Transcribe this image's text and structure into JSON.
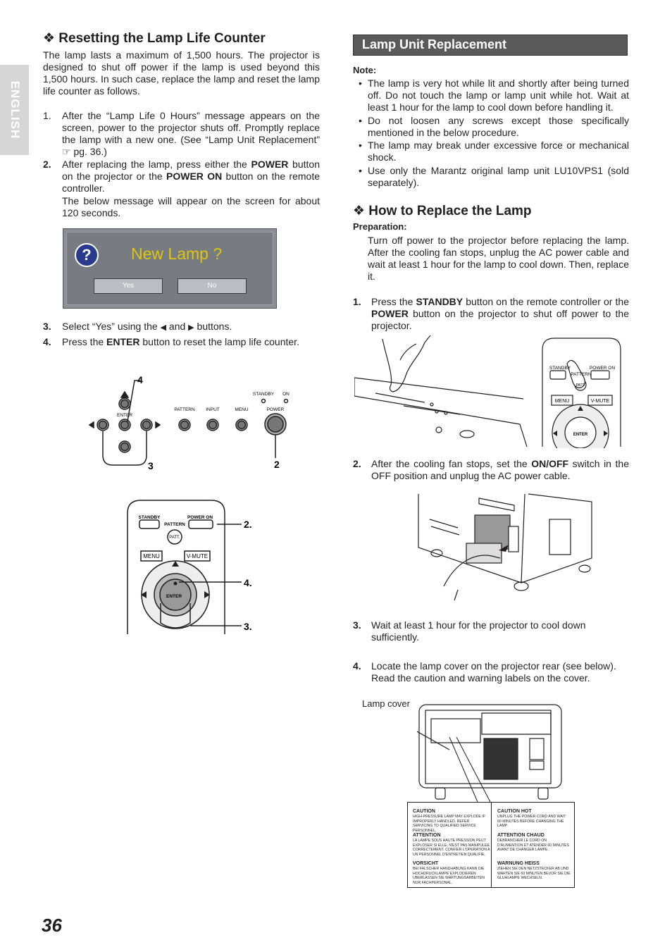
{
  "side_tab": "ENGLISH",
  "left": {
    "heading": "❖ Resetting the Lamp Life Counter",
    "intro": "The lamp lasts a maximum of 1,500 hours. The projector is designed to shut off power if the lamp is used beyond this 1,500 hours. In such case, replace the lamp and reset the lamp life counter as follows.",
    "steps": [
      {
        "num": "1.",
        "text": "After the “Lamp Life 0 Hours” message appears on the screen, power to the projector shuts off. Promptly replace the lamp with a new one. (See “Lamp Unit Replacement” ☞ pg. 36.)"
      },
      {
        "num": "2.",
        "pre": "After replacing the lamp, press either the ",
        "b1": "POWER",
        "mid": " button on the projector or the ",
        "b2": "POWER ON",
        "post": " button on the remote controller."
      },
      {
        "text": "The below message will appear on the screen for about 120 seconds."
      },
      {
        "num": "3.",
        "pre": "Select “Yes” using the ",
        "mid": " and ",
        "post": " buttons."
      },
      {
        "num": "4.",
        "pre": "Press the ",
        "b1": "ENTER",
        "post": " button to reset the lamp life counter."
      }
    ],
    "dialog": {
      "title": "New Lamp ?",
      "yes": "Yes",
      "no": "No"
    },
    "panel": {
      "enter": "ENTER",
      "pattern": "PATTERN",
      "input": "INPUT",
      "menu": "MENU",
      "power": "POWER",
      "standby": "STANDBY",
      "on": "ON",
      "callout4": "4",
      "callout3": "3",
      "callout2": "2"
    },
    "remote": {
      "standby": "STANDBY",
      "power_on": "POWER ON",
      "pattern": "PATTERN",
      "patt": "PATT.",
      "menu": "MENU",
      "vmute": "V-MUTE",
      "enter": "ENTER",
      "c2": "2.",
      "c4": "4.",
      "c3": "3."
    }
  },
  "right": {
    "banner": "Lamp Unit Replacement",
    "note_label": "Note:",
    "notes": [
      "The lamp is very hot while lit and shortly after being turned off. Do not touch the lamp or lamp unit while hot. Wait at least 1 hour for the lamp to cool down before handling it.",
      "Do not loosen any screws except those specifically mentioned in the below procedure.",
      "The lamp may break under excessive force or mechanical shock.",
      "Use only the Marantz original lamp unit LU10VPS1 (sold separately)."
    ],
    "heading": "❖ How to Replace the Lamp",
    "prep_label": "Preparation:",
    "prep_text": "Turn off power to the projector before replacing the lamp. After the cooling fan stops, unplug the AC power cable and wait at least 1 hour for the lamp to cool down. Then, replace it.",
    "step1": {
      "num": "1.",
      "pre": "Press the ",
      "b1": "STANDBY",
      "mid": " button on the remote controller or the ",
      "b2": "POWER",
      "post": " button on the projector to shut off power to the projector."
    },
    "step2": {
      "num": "2.",
      "pre": "After the cooling fan stops, set the ",
      "b1": "ON/OFF",
      "post": " switch in the OFF position and unplug the AC power cable."
    },
    "step3": {
      "num": "3.",
      "text": "Wait at least 1 hour for the projector to cool down sufficiently."
    },
    "step4": {
      "num": "4.",
      "text": "Locate the lamp cover on the projector rear (see below). Read the caution and warning labels on the cover."
    },
    "mini_remote": {
      "standby": "STANDBY",
      "power_on": "POWER ON",
      "pattern": "PATTERN",
      "patt": "PATT.",
      "menu": "MENU",
      "vmute": "V-MUTE",
      "enter": "ENTER"
    },
    "lamp_cover_label": "Lamp cover",
    "warnings": {
      "left": [
        {
          "title": "CAUTION",
          "text": "HIGH-PRESSURE LAMP MAY EXPLODE IF IMPROPERLY HANDLED. REFER SERVICING TO QUALIFIED SERVICE PERSONNEL."
        },
        {
          "title": "ATTENTION",
          "text": "LA LAMPE SOUS HAUTE PRESSION PEUT EXPLOSER SI ELLE, N'EST PAS MANIPULEE CORRECTEMENT. CONFIER L'OPERATION A UN PERSONNEL D'ENTRETIEN QUALIFIE."
        },
        {
          "title": "VORSICHT",
          "text": "BEI FALSCHER HANDHABUNG KANN DIE HOCHDRUCKLAMPE EXPLODIEREN UBERLASSEN SIE WARTUNGSARBEITEN NUR FACHPERSONAL."
        }
      ],
      "right": [
        {
          "title": "CAUTION HOT",
          "text": "UNPLUG THE POWER CORD AND WAIT 60 MINUTES BEFORE CHANGING THE LAMP."
        },
        {
          "title": "ATTENTION CHAUD",
          "text": "DEBRANCHER LE CORD ON D'ALIMENTION ET ATENDER 60 MINUTES AVANT DE CHANGER LAMPE."
        },
        {
          "title": "WARNUNG HEISS",
          "text": "ZIEHEN SIE DEN NETZSTECKER AB UND WARTEN SIE 60 MINUTEN BEVOR SIE DIE GLUHLAMPE WECHSELN."
        }
      ]
    }
  },
  "page_number": "36"
}
